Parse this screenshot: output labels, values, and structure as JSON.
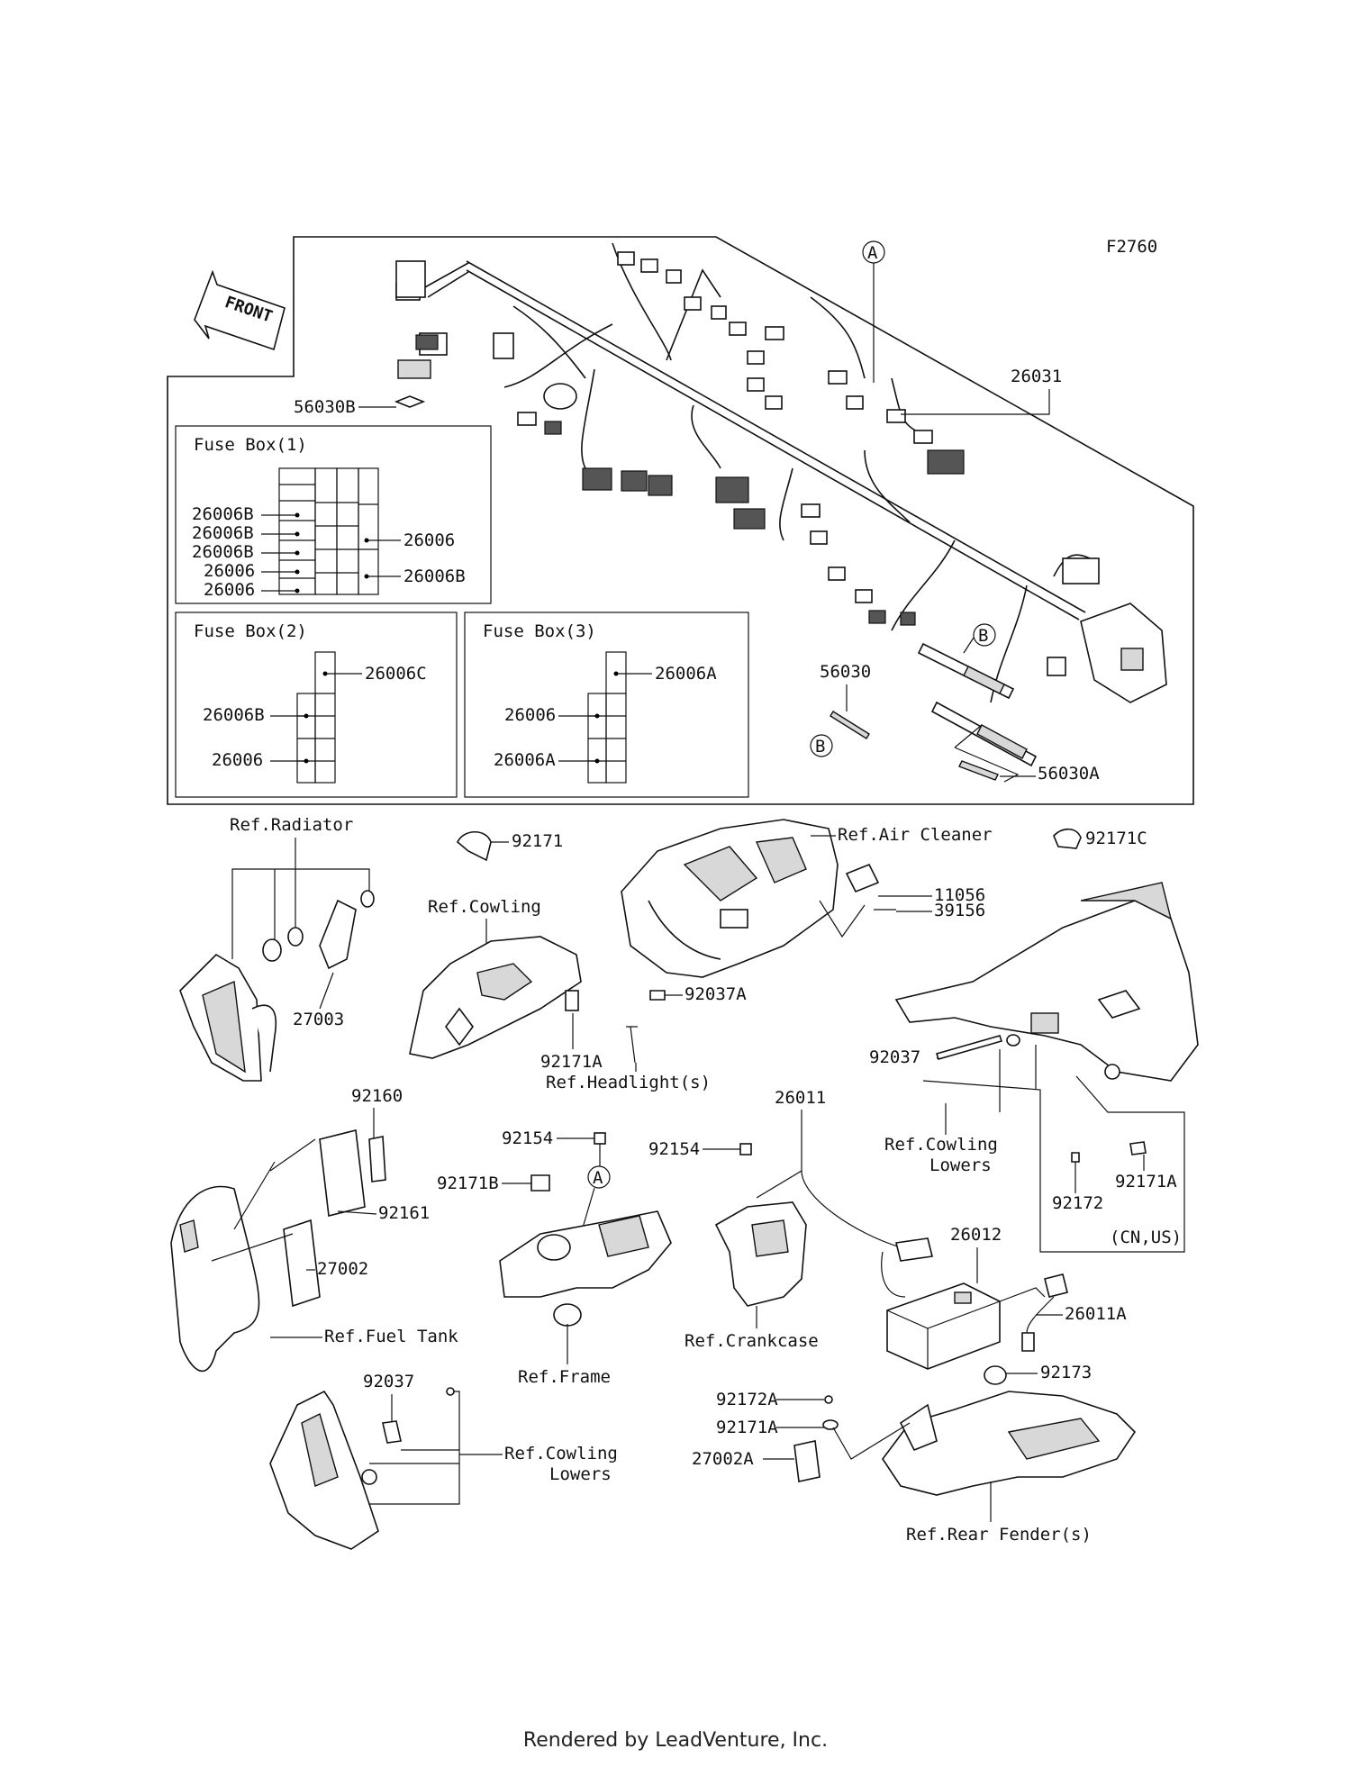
{
  "figure_code": "F2760",
  "front_label": "FRONT",
  "labels": {
    "p26031": "26031",
    "p56030B": "56030B",
    "p56030": "56030",
    "p56030A": "56030A",
    "callout_a": "A",
    "callout_b": "B",
    "p92171": "92171",
    "ref_air_cleaner": "Ref.Air Cleaner",
    "p92171C": "92171C",
    "ref_radiator": "Ref.Radiator",
    "p11056": "11056",
    "p39156": "39156",
    "ref_cowling": "Ref.Cowling",
    "p27003": "27003",
    "p92037A": "92037A",
    "p92171A": "92171A",
    "ref_headlight": "Ref.Headlight(s)",
    "p92037": "92037",
    "ref_cowling_lowers_1": "Ref.Cowling",
    "ref_cowling_lowers_2": "Lowers",
    "p92160": "92160",
    "p92154": "92154",
    "p26011": "26011",
    "p92171B": "92171B",
    "p92161": "92161",
    "p27002": "27002",
    "p92172": "92172",
    "cn_us": "(CN,US)",
    "p26012": "26012",
    "p26011A": "26011A",
    "ref_fuel_tank": "Ref.Fuel Tank",
    "ref_frame": "Ref.Frame",
    "ref_crankcase": "Ref.Crankcase",
    "p92173": "92173",
    "p92172A": "92172A",
    "p27002A": "27002A",
    "ref_rear_fender": "Ref.Rear Fender(s)"
  },
  "fuse_box_1": {
    "title": "Fuse Box(1)",
    "left_labels": [
      "26006B",
      "26006B",
      "26006B",
      "26006",
      "26006"
    ],
    "right_labels": [
      "26006",
      "26006B"
    ]
  },
  "fuse_box_2": {
    "title": "Fuse Box(2)",
    "labels": [
      "26006C",
      "26006B",
      "26006"
    ]
  },
  "fuse_box_3": {
    "title": "Fuse Box(3)",
    "labels": [
      "26006A",
      "26006",
      "26006A"
    ]
  },
  "footer": "Rendered by LeadVenture, Inc."
}
